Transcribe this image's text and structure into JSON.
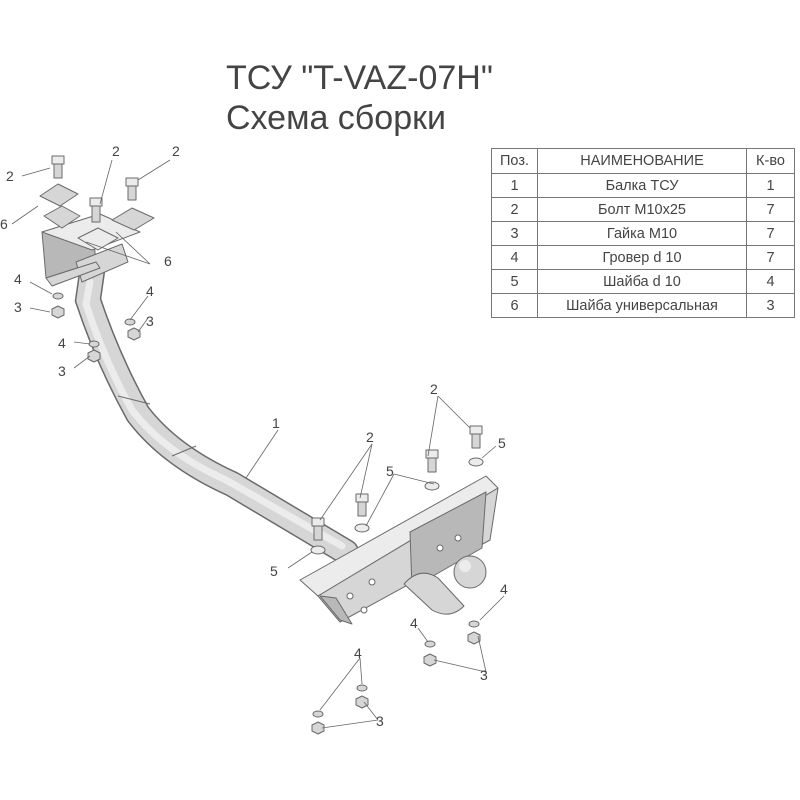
{
  "title": {
    "line1": "ТСУ \"T-VAZ-07H\"",
    "line2": "Схема сборки"
  },
  "parts_table": {
    "headers": [
      "Поз.",
      "НАИМЕНОВАНИЕ",
      "К-во"
    ],
    "rows": [
      [
        "1",
        "Балка ТСУ",
        "1"
      ],
      [
        "2",
        "Болт М10х25",
        "7"
      ],
      [
        "3",
        "Гайка М10",
        "7"
      ],
      [
        "4",
        "Гровер d 10",
        "7"
      ],
      [
        "5",
        "Шайба d 10",
        "4"
      ],
      [
        "6",
        "Шайба универсальная",
        "3"
      ]
    ]
  },
  "callouts": [
    "1",
    "2",
    "3",
    "4",
    "5",
    "6"
  ],
  "colors": {
    "metal_light": "#ececec",
    "metal_mid": "#d6d6d6",
    "metal_dark": "#b8b8b8",
    "outline": "#6a6a6a"
  }
}
